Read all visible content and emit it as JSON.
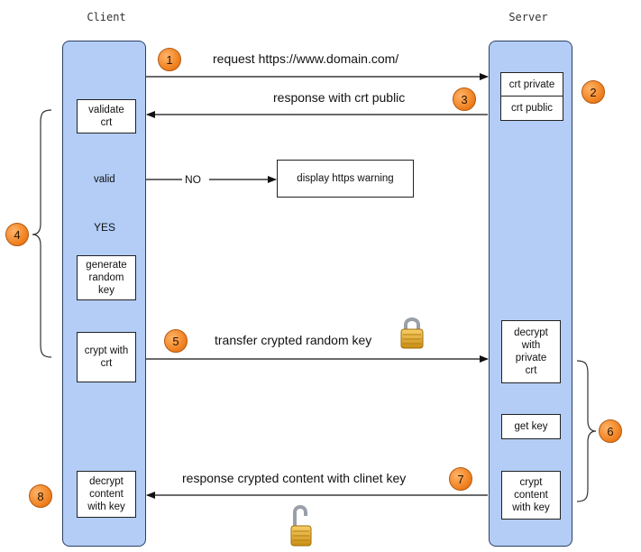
{
  "lanes": {
    "client_title": "Client",
    "server_title": "Server"
  },
  "client_boxes": {
    "validate": "validate\ncrt",
    "valid_decision": "valid",
    "generate": "generate\nrandom\nkey",
    "crypt": "crypt with\ncrt",
    "decrypt": "decrypt\ncontent\nwith key"
  },
  "server_boxes": {
    "crt_private": "crt private",
    "crt_public": "crt public",
    "decrypt": "decrypt\nwith\nprivate\ncrt",
    "get_key": "get key",
    "crypt": "crypt\ncontent\nwith key"
  },
  "warning_box": "display https warning",
  "branch_labels": {
    "no": "NO",
    "yes": "YES"
  },
  "messages": {
    "m1": "request https://www.domain.com/",
    "m3": "response with crt public",
    "m5": "transfer crypted random key",
    "m7": "response crypted content with clinet key"
  },
  "steps": [
    "1",
    "2",
    "3",
    "4",
    "5",
    "6",
    "7",
    "8"
  ],
  "colors": {
    "lane_fill": "#b3cdf6",
    "badge_fill": "#f0801e",
    "lock": "#e0a020"
  },
  "icons": {
    "lock_closed": "padlock-icon",
    "lock_open": "open-padlock-icon"
  }
}
